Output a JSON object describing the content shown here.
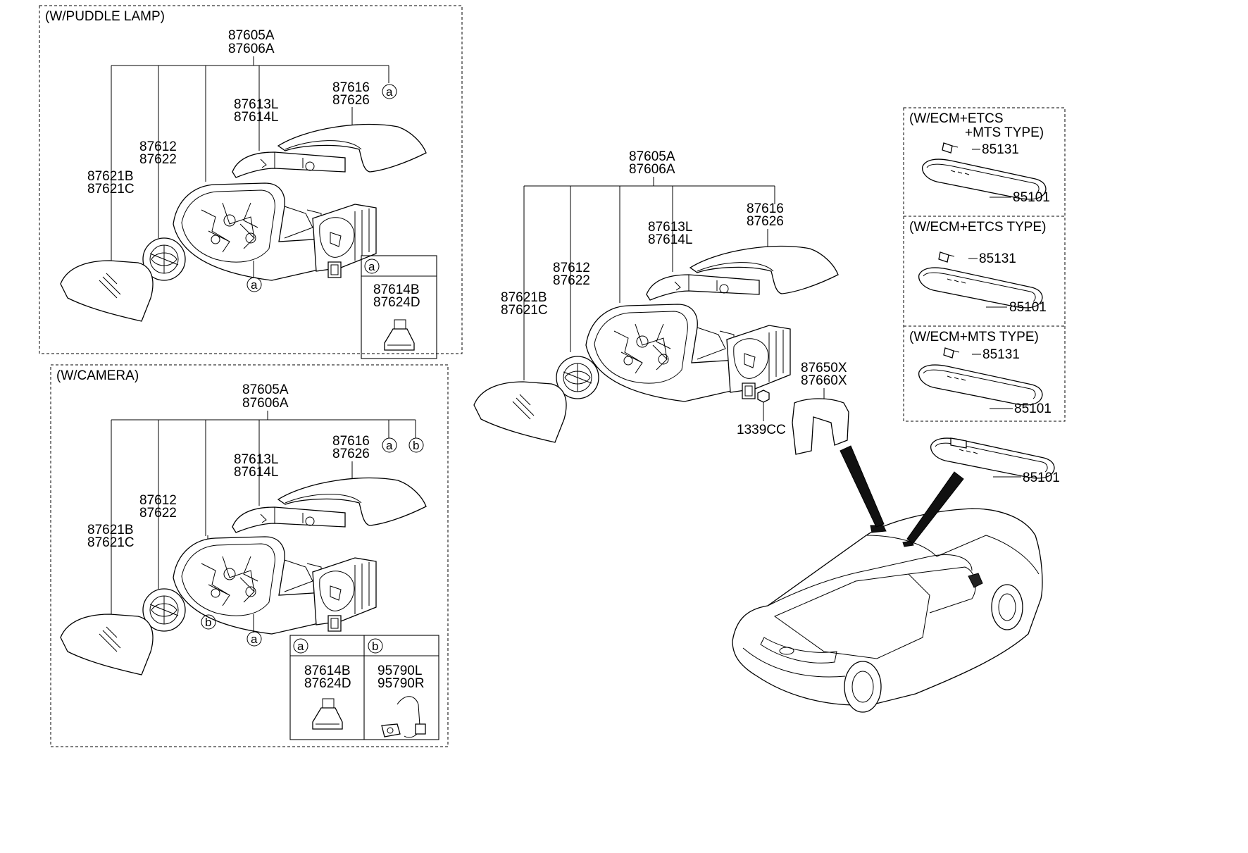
{
  "sections": {
    "puddle_lamp": "(W/PUDDLE LAMP)",
    "camera": "(W/CAMERA)",
    "ecm_etcs_mts_line1": "(W/ECM+ETCS",
    "ecm_etcs_mts_line2": "+MTS TYPE)",
    "ecm_etcs": "(W/ECM+ETCS TYPE)",
    "ecm_mts": "(W/ECM+MTS TYPE)"
  },
  "parts": {
    "assy_l": "87605A",
    "assy_r": "87606A",
    "cap_l": "87616",
    "cap_r": "87626",
    "lamp_l": "87613L",
    "lamp_r": "87614L",
    "actuator_l": "87612",
    "actuator_r": "87622",
    "glass_l": "87621B",
    "glass_r": "87621C",
    "puddle_l": "87614B",
    "puddle_r": "87624D",
    "camera_l": "95790L",
    "camera_r": "95790R",
    "cover_l": "87650X",
    "cover_r": "87660X",
    "nut": "1339CC",
    "inside_mirror": "85101",
    "connector": "85131"
  },
  "callouts": {
    "a": "a",
    "b": "b"
  }
}
